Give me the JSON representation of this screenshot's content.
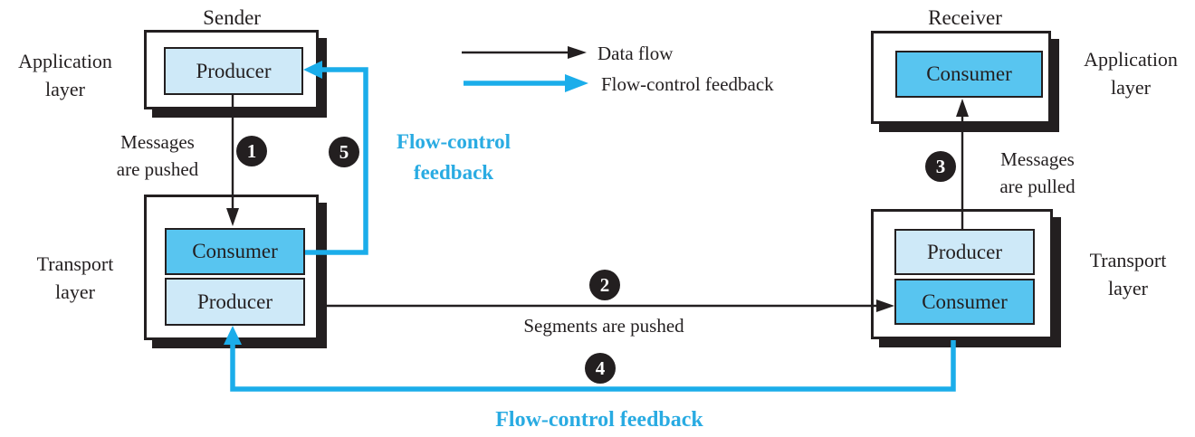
{
  "palette": {
    "cyan": "#1badea",
    "cyan_text": "#29abe2",
    "light_blue": "#cee9f8",
    "medium_blue": "#58c5f0",
    "ink": "#231f20"
  },
  "legend": {
    "data_flow": "Data flow",
    "flow_control": "Flow-control feedback"
  },
  "sender": {
    "title": "Sender",
    "app_producer": "Producer",
    "transport_consumer": "Consumer",
    "transport_producer": "Producer"
  },
  "receiver": {
    "title": "Receiver",
    "app_consumer": "Consumer",
    "transport_producer": "Producer",
    "transport_consumer": "Consumer"
  },
  "layers": {
    "application_line1": "Application",
    "application_line2": "layer",
    "transport_line1": "Transport",
    "transport_line2": "layer"
  },
  "steps": {
    "n1": "1",
    "n2": "2",
    "n3": "3",
    "n4": "4",
    "n5": "5"
  },
  "annotations": {
    "messages_pushed_line1": "Messages",
    "messages_pushed_line2": "are pushed",
    "segments_pushed": "Segments are pushed",
    "messages_pulled_line1": "Messages",
    "messages_pulled_line2": "are pulled",
    "flow_control_5_line1": "Flow-control",
    "flow_control_5_line2": "feedback",
    "flow_control_4": "Flow-control feedback"
  }
}
